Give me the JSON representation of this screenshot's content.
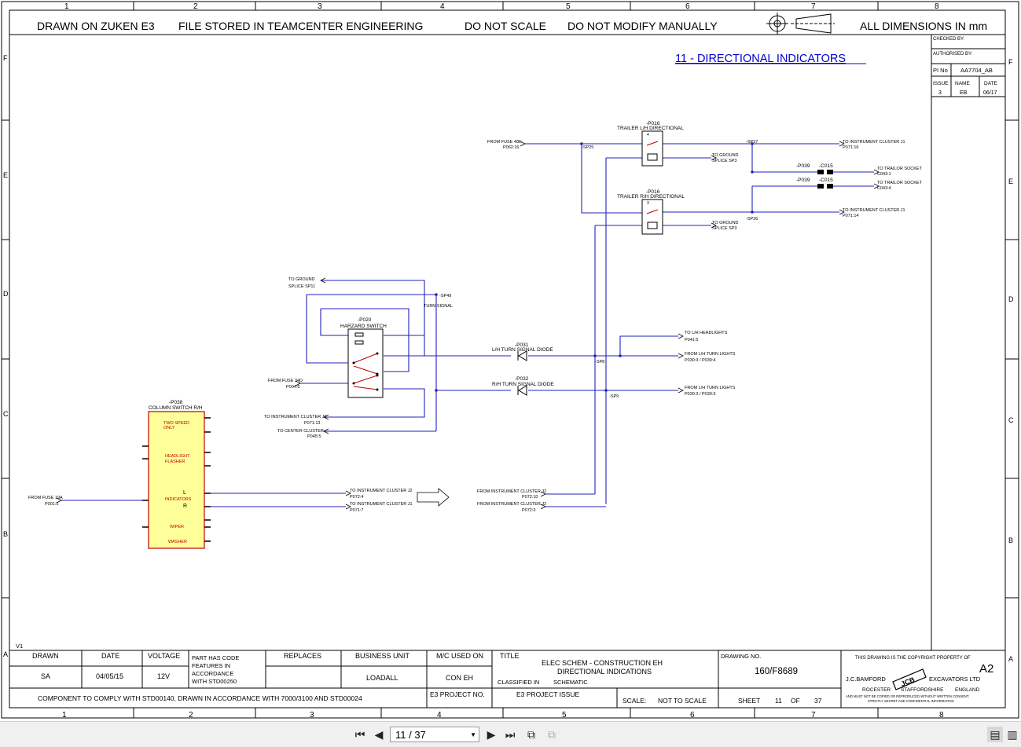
{
  "border": {
    "columns": [
      "1",
      "2",
      "3",
      "4",
      "5",
      "6",
      "7",
      "8"
    ],
    "rows": [
      "F",
      "E",
      "D",
      "C",
      "B",
      "A"
    ]
  },
  "header": {
    "drawn_on": "DRAWN ON ZUKEN E3",
    "stored": "FILE STORED IN TEAMCENTER ENGINEERING",
    "no_scale": "DO NOT SCALE",
    "no_modify": "DO NOT MODIFY MANUALLY",
    "dimensions": "ALL DIMENSIONS IN mm"
  },
  "sheet_title": "11 - DIRECTIONAL INDICATORS",
  "approval": {
    "checked_by": "CHECKED BY:",
    "authorised_by": "AUTHORISED BY:",
    "pi_no_label": "PI No",
    "pi_no": "AA7704_AB",
    "issue_label": "ISSUE",
    "name_label": "NAME",
    "date_label": "DATE",
    "issue": "3",
    "name": "EB",
    "date": "06/17"
  },
  "components": {
    "p016_lh_ref": "-P016",
    "p016_lh_name": "TRAILER L/H DIRECTIONAL",
    "p016_rh_ref": "-P016",
    "p016_rh_name": "TRAILER R/H DIRECTIONAL",
    "p020_ref": "-P020",
    "p020_name": "HARZARD SWITCH",
    "p031_ref": "-P031",
    "p031_name": "L/H TURN SIGNAL DIODE",
    "p032_ref": "-P032",
    "p032_name": "R/H TURN SIGNAL DIODE",
    "p038_ref": "-P038",
    "p038_name": "COLUMN SWITCH R/H",
    "p038_funcs": [
      "TWO SPEED",
      "ONLY",
      "HEADLIGHT",
      "FLASHER",
      "INDICATORS",
      "WIPER",
      "WASHER"
    ],
    "p038_l": "L",
    "p038_r": "R",
    "p039a": "-P039",
    "p039b": "-P039",
    "c015a": "-C015",
    "c015b": "-C015"
  },
  "labels": {
    "from_fuse_48e": "FROM FUSE 48E",
    "p062_16": "P062:16",
    "to_ic_j1_a": "TO INSTRUMENT CLUSTER J1",
    "p071_16": "P071:16",
    "to_ground_sp3_a": "TO GROUND",
    "splice_sp3_a": "SPLICE SP3",
    "to_trailer_socket_a": "TO TRAILOR SOCKET",
    "c043_1": "C043:1",
    "to_trailer_socket_b": "TO TRAILOR SOCKET",
    "c043_4": "C043:4",
    "to_ic_j1_b": "TO INSTRUMENT CLUSTER J1",
    "p071_14": "P071:14",
    "to_ground_sp3_b": "TO GROUND",
    "splice_sp3_b": "SPLICE SP3",
    "to_ground_sp11": "TO GROUND",
    "splice_sp11": "SPLICE SP11",
    "sp49": "-SP49",
    "turn_signal": "TURN SIGNAL",
    "sp25": "-SP25",
    "sp37": "-SP37",
    "sp36": "-SP36",
    "sp8": "-SP8",
    "sp9": "-SP9",
    "from_fuse_34d": "FROM FUSE 34D",
    "p004_6": "P004:6",
    "to_ic_j1_c": "TO INSTRUMENT CLUSTER J1",
    "p071_13": "P071:13",
    "to_center_cluster": "TO CENTER CLUSTER",
    "p045_5": "P045:5",
    "to_lh_headlights": "TO L/H HEADLIGHTS",
    "p041_5": "P041:5",
    "from_lh_turn": "FROM L/H TURN LIGHTS",
    "lh_turn_pins": "P030:3 / P039:4",
    "from_rh_turn": "FROM L/H TURN LIGHTS",
    "rh_turn_pins": "P030:3 / P039:3",
    "from_fuse_19a": "FROM FUSE 19A",
    "p001_5": "P001:5",
    "to_ic_j2": "TO INSTRUMENT CLUSTER J2",
    "p072_4": "P072:4",
    "to_ic_j1_d": "TO INSTRUMENT CLUSTER J1",
    "p071_7": "P071:7",
    "from_ic_j2_a": "FROM INSTRUMENT CLUSTER J2",
    "p072_10": "P072:10",
    "from_ic_j2_b": "FROM INSTRUMENT CLUSTER J2",
    "p072_3": "P072:3",
    "v1": "V1"
  },
  "title_block": {
    "drawn_label": "DRAWN",
    "date_label": "DATE",
    "voltage_label": "VOLTAGE",
    "part_code": [
      "PART HAS CODE",
      "FEATURES IN",
      "ACCORDANCE",
      "WITH STD00250"
    ],
    "replaces_label": "REPLACES",
    "business_unit_label": "BUSINESS UNIT",
    "mc_label": "M/C USED ON",
    "title_label": "TITLE",
    "drawn": "SA",
    "date": "04/05/15",
    "voltage": "12V",
    "business_unit": "LOADALL",
    "mc": "CON EH",
    "title_1": "ELEC SCHEM - CONSTRUCTION EH",
    "title_2": "DIRECTIONAL INDICATIONS",
    "classified_label": "CLASSIFIED IN",
    "classified": "SCHEMATIC",
    "drawing_no_label": "DRAWING NO.",
    "drawing_no": "160/F8689",
    "comply": "COMPONENT TO COMPLY WITH STD00140, DRAWN IN ACCORDANCE WITH 7000/3100 AND STD00024",
    "e3_project_no": "E3 PROJECT NO.",
    "e3_project_issue": "E3 PROJECT ISSUE",
    "scale_label": "SCALE:",
    "scale": "NOT TO SCALE",
    "sheet_label": "SHEET",
    "sheet": "11",
    "of_label": "OF",
    "of": "37",
    "copyright": "THIS DRAWING IS THE COPYRIGHT PROPERTY OF",
    "size": "A2",
    "company_1": "J.C.BAMFORD",
    "company_2": "EXCAVATORS LTD",
    "logo": "JCB",
    "loc_1": "ROCESTER",
    "loc_2": "STAFFORDSHIRE",
    "loc_3": "ENGLAND",
    "conf_1": "AND MUST NOT BE COPIED OR REPRODUCED WITHOUT WRITTEN CONSENT.",
    "conf_2": "STRICTLY SECRET AND CONFIDENTIAL INFORMATION"
  },
  "viewer": {
    "page_indicator": "11 / 37"
  }
}
